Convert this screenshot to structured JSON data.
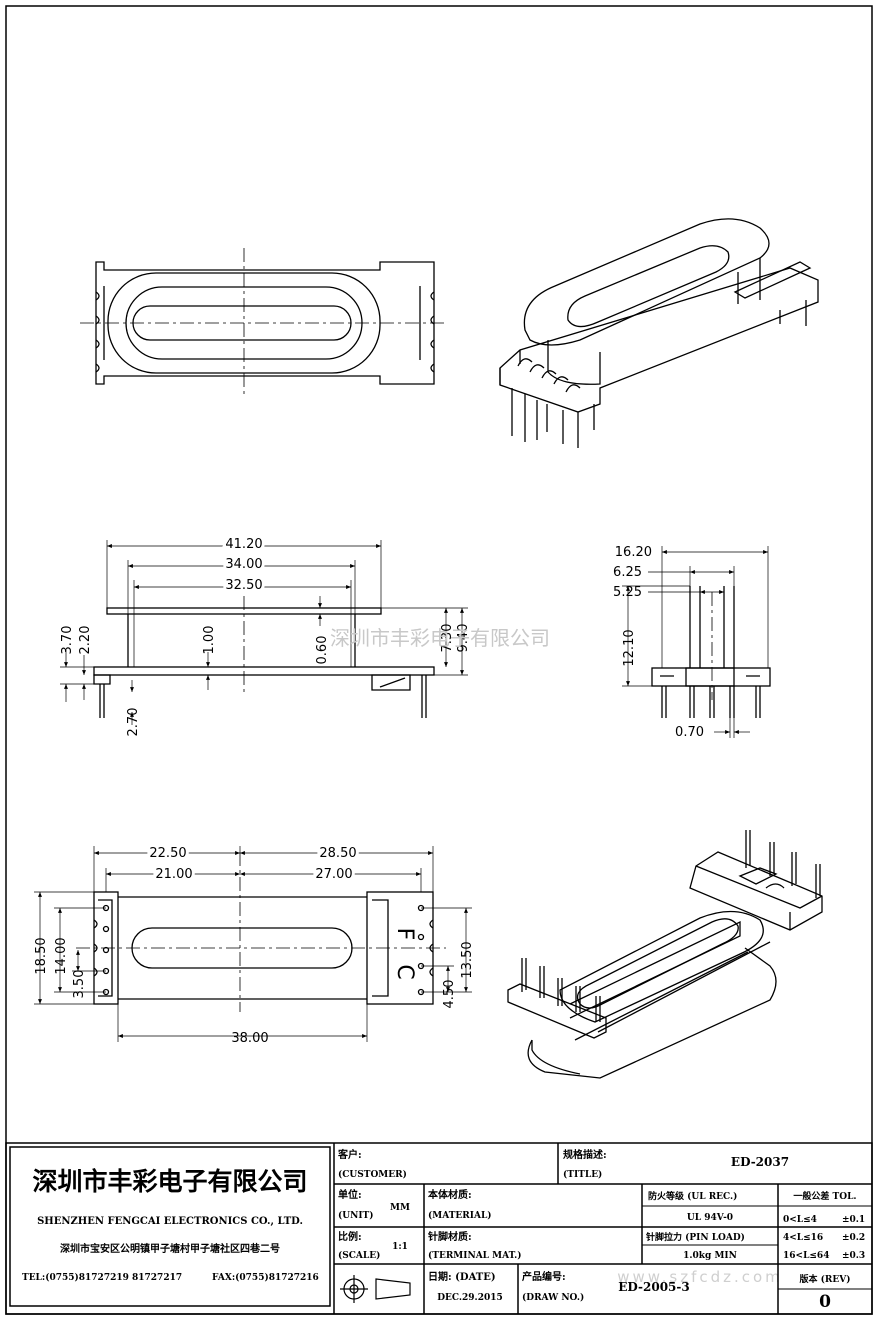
{
  "dimensions": {
    "side_view": [
      "41.20",
      "34.00",
      "32.50",
      "1.00",
      "0.60",
      "7.30",
      "9.40",
      "3.70",
      "2.20",
      "2.70"
    ],
    "end_view": [
      "16.20",
      "6.25",
      "5.25",
      "12.10",
      "0.70"
    ],
    "bottom_view": [
      "22.50",
      "28.50",
      "21.00",
      "27.00",
      "18.50",
      "14.00",
      "3.50",
      "13.50",
      "4.50",
      "38.00"
    ]
  },
  "body_marking": [
    "F",
    "C"
  ],
  "watermark": {
    "company": "深圳市丰彩电子有限公司",
    "site": "www.szfcdz.com"
  },
  "title_block": {
    "company_cn": "深圳市丰彩电子有限公司",
    "company_en": "SHENZHEN FENGCAI ELECTRONICS CO., LTD.",
    "address": "深圳市宝安区公明镇甲子塘村甲子塘社区四巷二号",
    "tel": "TEL:(0755)81727219  81727217",
    "fax": "FAX:(0755)81727216",
    "customer_cn": "客户:",
    "customer_en": "(CUSTOMER)",
    "title_cn": "规格描述:",
    "title_en": "(TITLE)",
    "title_value": "ED-2037",
    "unit_cn": "单位:",
    "unit_en": "(UNIT)",
    "unit_value": "MM",
    "material_cn": "本体材质:",
    "material_en": "(MATERIAL)",
    "fire_label": "防火等级 (UL REC.)",
    "fire_value": "UL 94V-0",
    "tol_title": "一般公差 TOL.",
    "tol_rows": [
      {
        "range": "0<L≤4",
        "value": "±0.1"
      },
      {
        "range": "4<L≤16",
        "value": "±0.2"
      },
      {
        "range": "16<L≤64",
        "value": "±0.3"
      }
    ],
    "scale_cn": "比例:",
    "scale_en": "(SCALE)",
    "scale_value": "1:1",
    "terminal_cn": "针脚材质:",
    "terminal_en": "(TERMINAL MAT.)",
    "pin_load_label": "针脚拉力 (PIN LOAD)",
    "pin_load_value": "1.0kg MIN",
    "date_label": "日期: (DATE)",
    "date_value": "DEC.29.2015",
    "draw_no_cn": "产品编号:",
    "draw_no_en": "(DRAW NO.)",
    "draw_no_value": "ED-2005-3",
    "rev_label": "版本 (REV)",
    "rev_value": "0"
  }
}
